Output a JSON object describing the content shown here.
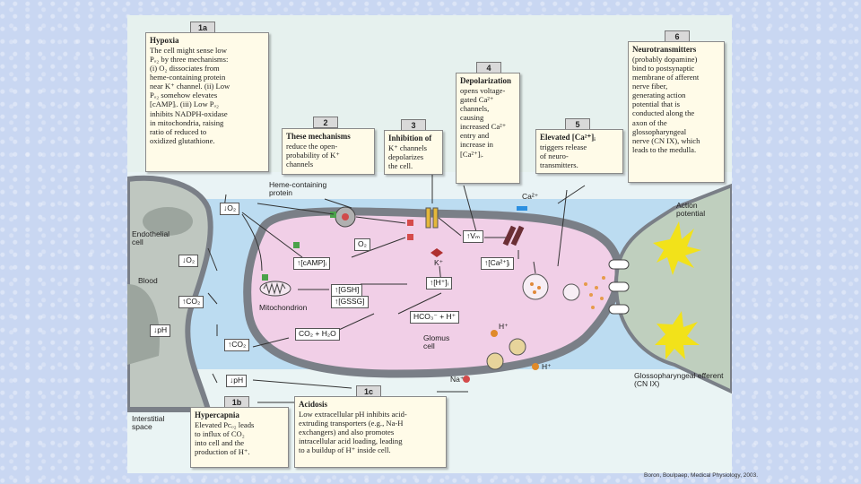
{
  "boxes": {
    "b1a": {
      "num": "1a",
      "lines": [
        "Hypoxia",
        "The cell might sense low",
        "Pₒ₂ by three mechanisms:",
        "(i) O₂ dissociates from",
        "heme-containing protein",
        "near K⁺ channel. (ii) Low",
        "Pₒ₂ somehow elevates",
        "[cAMP]ᵢ. (iii) Low Pₒ₂",
        "inhibits NADPH-oxidase",
        "in mitochondria, raising",
        "ratio of reduced to",
        "oxidized glutathione."
      ]
    },
    "b2": {
      "num": "2",
      "lines": [
        "These mechanisms",
        "reduce the open-",
        "probability of K⁺",
        "channels"
      ]
    },
    "b3": {
      "num": "3",
      "lines": [
        "Inhibition of",
        "K⁺ channels",
        "depolarizes",
        "the cell."
      ]
    },
    "b4": {
      "num": "4",
      "lines": [
        "Depolarization",
        "opens voltage-",
        "gated Ca²⁺",
        "channels,",
        "causing",
        "increased Ca²⁺",
        "entry and",
        "increase in",
        "[Ca²⁺]ᵢ."
      ]
    },
    "b5": {
      "num": "5",
      "lines": [
        "Elevated [Ca²⁺]ᵢ",
        "triggers release",
        "of neuro-",
        "transmitters."
      ]
    },
    "b6": {
      "num": "6",
      "lines": [
        "Neurotransmitters",
        "(probably dopamine)",
        "bind to postsynaptic",
        "membrane of afferent",
        "nerve fiber,",
        "generating action",
        "potential that is",
        "conducted along the",
        "axon of the",
        "glossopharyngeal",
        "nerve (CN IX), which",
        "leads to the medulla."
      ]
    },
    "b1b": {
      "num": "1b",
      "lines": [
        "Hypercapnia",
        "Elevated Pᴄₒ₂ leads",
        "to influx of CO₂",
        "into cell and the",
        "production of H⁺."
      ]
    },
    "b1c": {
      "num": "1c",
      "lines": [
        "Acidosis",
        "Low extracellular pH inhibits acid-",
        "extruding transporters (e.g., Na-H",
        "exchangers) and also promotes",
        "intracellular acid loading, leading",
        "to a buildup of H⁺ inside cell."
      ]
    }
  },
  "labels": {
    "heme_protein": "Heme-containing protein",
    "endothelial": "Endothelial cell",
    "blood": "Blood",
    "interstitial": "Interstitial space",
    "mitochondrion": "Mitochondrion",
    "glomus": "Glomus cell",
    "action_potential": "Action potential",
    "glosso": "Glossopharyngeal efferent (CN IX)",
    "ca2_top": "Ca²⁺",
    "k_plus": "K⁺",
    "na_plus": "Na⁺",
    "h_plus_a": "H⁺",
    "h_plus_b": "H⁺"
  },
  "tags": {
    "o2_down": "↓O₂",
    "o2_blood": "↓O₂",
    "co2_up": "↑CO₂",
    "ph_down": "↓pH",
    "co2_in": "↑CO₂",
    "ph_in": "↓pH",
    "o2_cell": "O₂",
    "camp": "↑[cAMP]ᵢ",
    "gsh": "↑[GSH]",
    "gssg": "↑[GSSG]",
    "vm": "↑Vₘ",
    "ca_i": "↑[Ca²⁺]ᵢ",
    "h_i": "↑[H⁺]ᵢ",
    "hco3": "HCO₃⁻ + H⁺",
    "co2_h2o": "CO₂ + H₂O"
  },
  "citation": "Boron, Boulpaep, Medical Physiology, 2003.",
  "colors": {
    "slide_bg": "#c9d7f2",
    "blood": "#bcdcf1",
    "cell": "#f1cfe7",
    "cell_border": "#7a7f87",
    "nerve": "#bfcfbe",
    "box": "#fffbe8"
  }
}
